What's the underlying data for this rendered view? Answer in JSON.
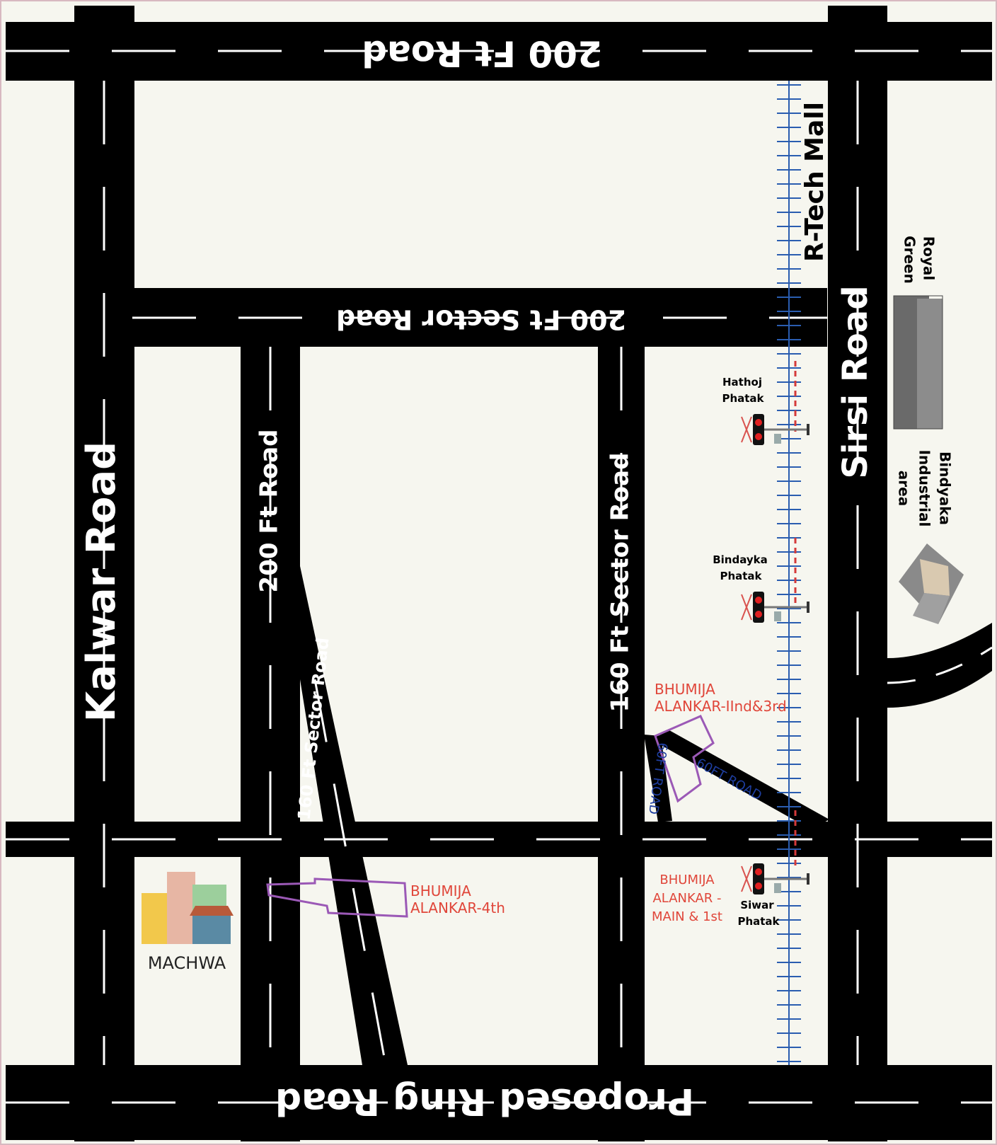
{
  "roads": {
    "top": "200 Ft Road",
    "sector_200": "200 Ft Sector Road",
    "kalwar": "Kalwar Road",
    "road_200_vertical": "200 Ft  Road",
    "sector_160_diagonal": "160 Ft Sector Road",
    "sector_160_vertical": "160 Ft Sector Road",
    "sirsi": "Sirsi Road",
    "ring": "Proposed Ring Road",
    "ft60_a": "60FT ROAD",
    "ft60_b": "60FT ROAD"
  },
  "landmarks": {
    "rtech": "R-Tech Mall",
    "royal_green_1": "Royal",
    "royal_green_2": "Green",
    "bindyaka_1": "Bindyaka",
    "bindyaka_2": "Industrial",
    "bindyaka_3": "area",
    "machwa": "MACHWA"
  },
  "crossings": {
    "hathoj_1": "Hathoj",
    "hathoj_2": "Phatak",
    "bindayka_1": "Bindayka",
    "bindayka_2": "Phatak",
    "siwar_1": "Siwar",
    "siwar_2": "Phatak"
  },
  "plots": {
    "p23_1": "BHUMIJA",
    "p23_2": "ALANKAR-IInd&3rd",
    "p4_1": "BHUMIJA",
    "p4_2": "ALANKAR-4th",
    "pmain_1": "BHUMIJA",
    "pmain_2": "ALANKAR -",
    "pmain_3": "MAIN  & 1st"
  },
  "colors": {
    "background": "#f6f6ef",
    "road": "#000000",
    "road_marking": "#ffffff",
    "rail": "#2a5db0",
    "plot_outline": "#9b59b6",
    "plot_text": "#e0463a",
    "frame": "#d8b8c0"
  },
  "icons": [
    "tall-apartment-building-icon",
    "industrial-building-icon",
    "houses-icon",
    "railway-crossing-signal-icon",
    "railway-barrier-icon"
  ]
}
